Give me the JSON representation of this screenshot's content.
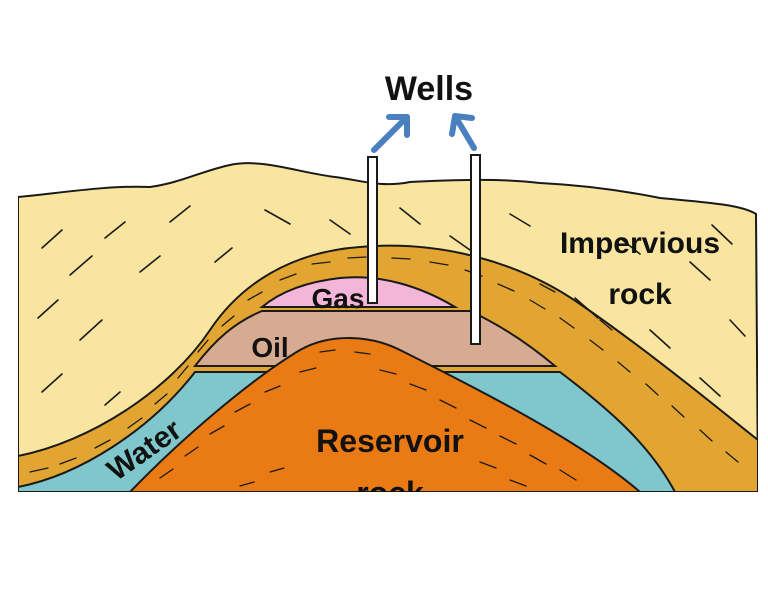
{
  "diagram": {
    "labels": {
      "wells": "Wells",
      "impervious_line1": "Impervious",
      "impervious_line2": "rock",
      "gas": "Gas",
      "oil": "Oil",
      "water": "Water",
      "reservoir_line1": "Reservoir",
      "reservoir_line2": "rock"
    },
    "layers": [
      {
        "name": "impervious-rock",
        "color": "#f9e59f"
      },
      {
        "name": "cap-band",
        "color": "#e3a532"
      },
      {
        "name": "gas",
        "color": "#f4b6d8"
      },
      {
        "name": "oil",
        "color": "#d7ab92"
      },
      {
        "name": "water",
        "color": "#7fc7cc"
      },
      {
        "name": "reservoir-rock",
        "color": "#ea7a14"
      }
    ],
    "arrow_color": "#4a7fc0",
    "outline_color": "#1a1a1a"
  }
}
